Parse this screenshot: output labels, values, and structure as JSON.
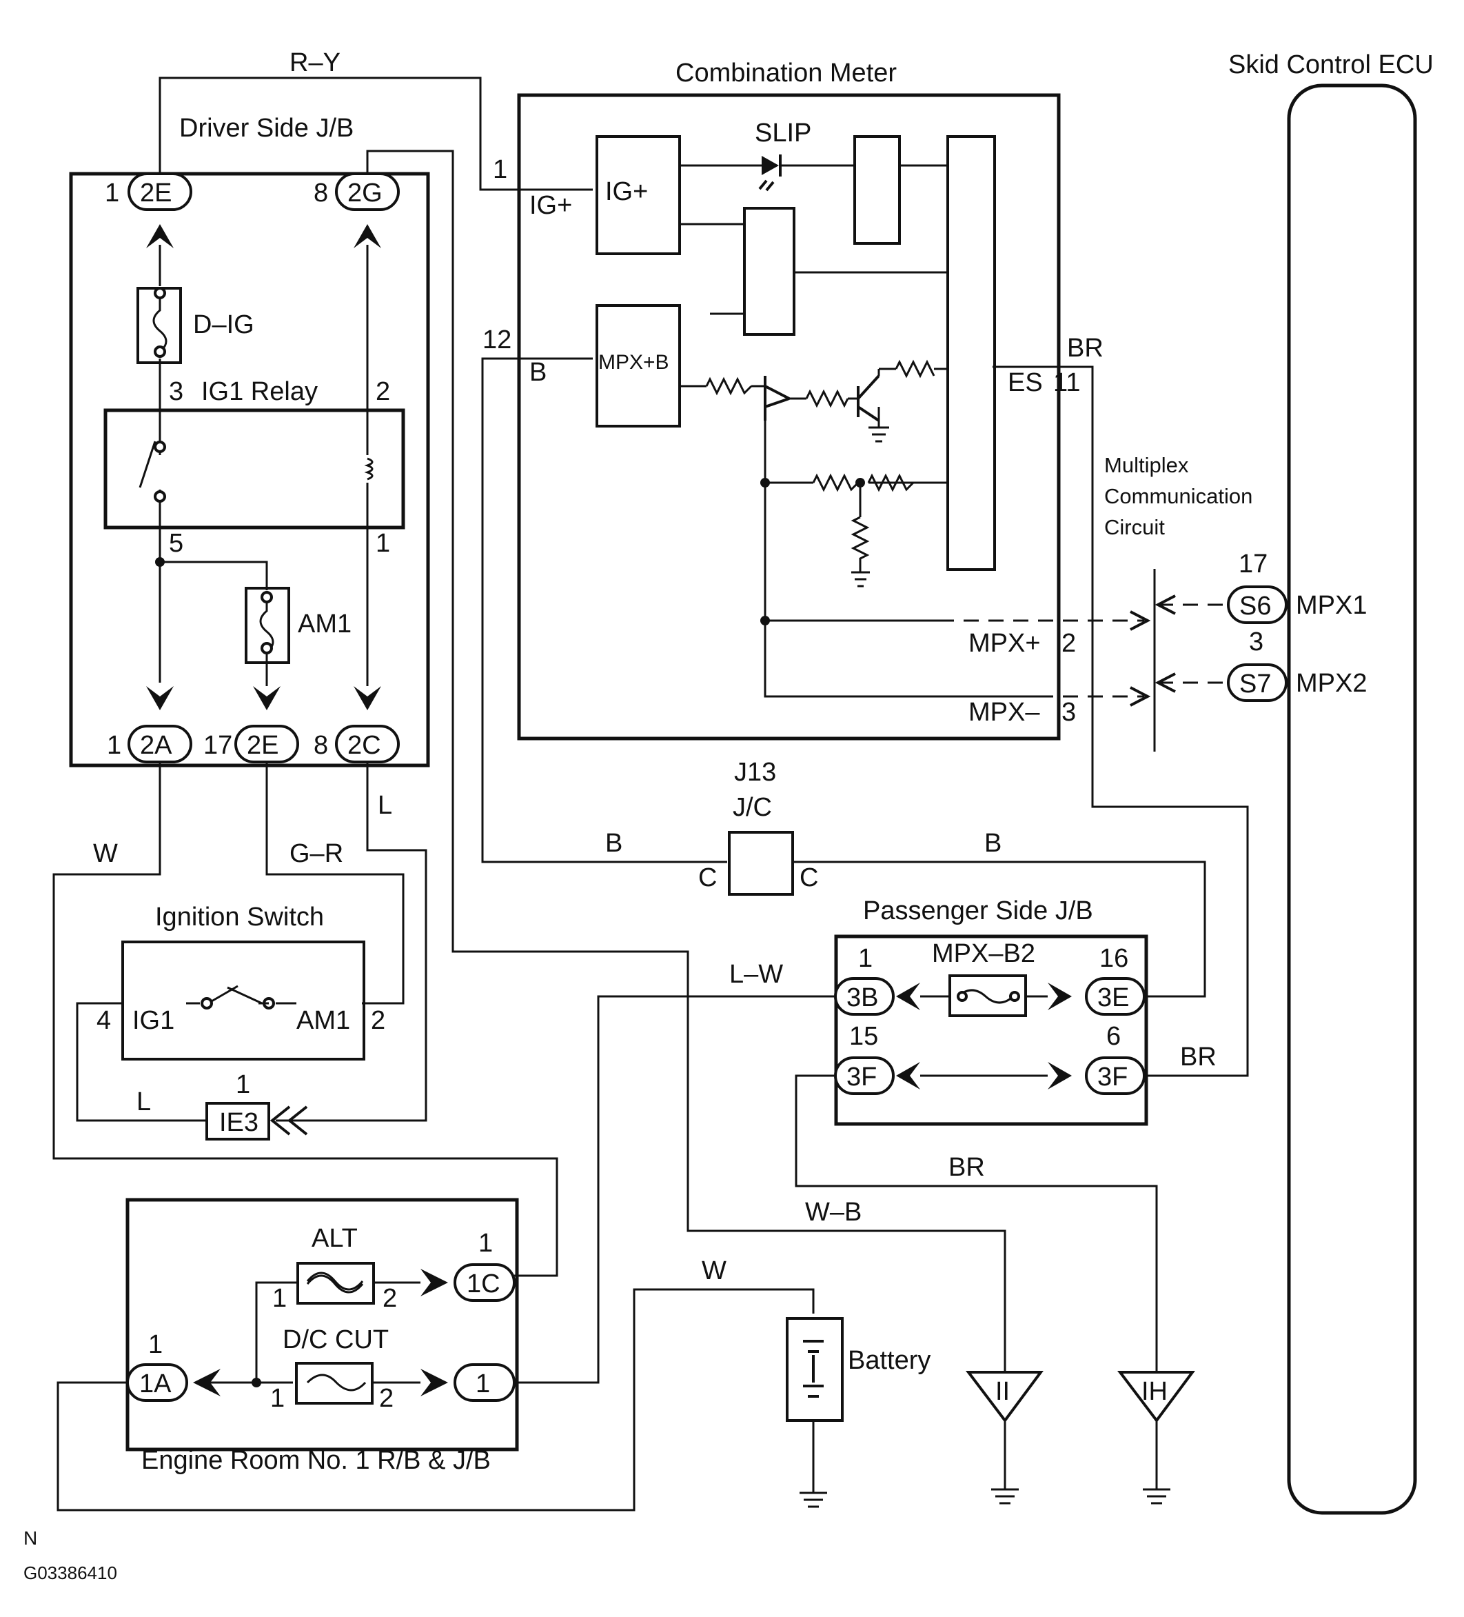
{
  "diagram": {
    "blocks": {
      "driver_jb": "Driver Side J/B",
      "combination_meter": "Combination Meter",
      "skid_ecu": "Skid Control ECU",
      "ignition_switch": "Ignition Switch",
      "passenger_jb": "Passenger Side J/B",
      "engine_room": "Engine Room No. 1 R/B & J/B",
      "battery": "Battery",
      "jc": "J13",
      "jc2": "J/C",
      "ig1_relay": "IG1 Relay",
      "multiplex_1": "Multiplex",
      "multiplex_2": "Communication",
      "multiplex_3": "Circuit"
    },
    "fuses": {
      "d_ig": "D–IG",
      "am1": "AM1",
      "alt": "ALT",
      "dc_cut": "D/C CUT",
      "mpx_b2": "MPX–B2"
    },
    "meter": {
      "slip": "SLIP",
      "ig_plus": "IG+",
      "mpx_b": "MPX+B",
      "pin_ig": "IG+",
      "pin_b": "B",
      "es": "ES",
      "mpx_plus": "MPX+",
      "mpx_minus": "MPX–"
    },
    "ecu": {
      "mpx1": "MPX1",
      "mpx2": "MPX2"
    },
    "switch": {
      "ig1": "IG1",
      "am1": "AM1"
    },
    "connectors": {
      "c2E_top": "2E",
      "c2G": "2G",
      "c2A": "2A",
      "c2E_bot": "2E",
      "c2C": "2C",
      "cS6": "S6",
      "cS7": "S7",
      "c3B": "3B",
      "c3E": "3E",
      "c3F_left": "3F",
      "c3F_right": "3F",
      "cIE3": "IE3",
      "c1C": "1C",
      "c1A": "1A",
      "c1": "1",
      "jC_left": "C",
      "jC_right": "C",
      "gII": "II",
      "gIH": "IH"
    },
    "pins": {
      "p_1_2E": "1",
      "p_8_2G": "8",
      "p_3": "3",
      "p_2": "2",
      "p_5": "5",
      "p_1_relay": "1",
      "p_1_2A": "1",
      "p_17_2E": "17",
      "p_8_2C": "8",
      "p_m1": "1",
      "p_m12": "12",
      "p_m11": "11",
      "p_mpxp": "2",
      "p_mpxm": "3",
      "p_s6": "17",
      "p_s7": "3",
      "p_3B": "1",
      "p_3E": "16",
      "p_3F_l": "15",
      "p_3F_r": "6",
      "p_sw4": "4",
      "p_sw2": "2",
      "p_ie3": "1",
      "p_1C": "1",
      "p_alt1": "1",
      "p_alt2": "2",
      "p_1A": "1",
      "p_dc1": "1",
      "p_dc2": "2"
    },
    "wires": {
      "r_y": "R–Y",
      "w_left": "W",
      "g_r": "G–R",
      "l_2c": "L",
      "l_ig": "L",
      "b_left": "B",
      "b_right": "B",
      "l_w": "L–W",
      "br_es": "BR",
      "br_3f": "BR",
      "br_low": "BR",
      "w_b": "W–B",
      "w_batt": "W"
    },
    "footer": {
      "n": "N",
      "code": "G03386410"
    }
  }
}
